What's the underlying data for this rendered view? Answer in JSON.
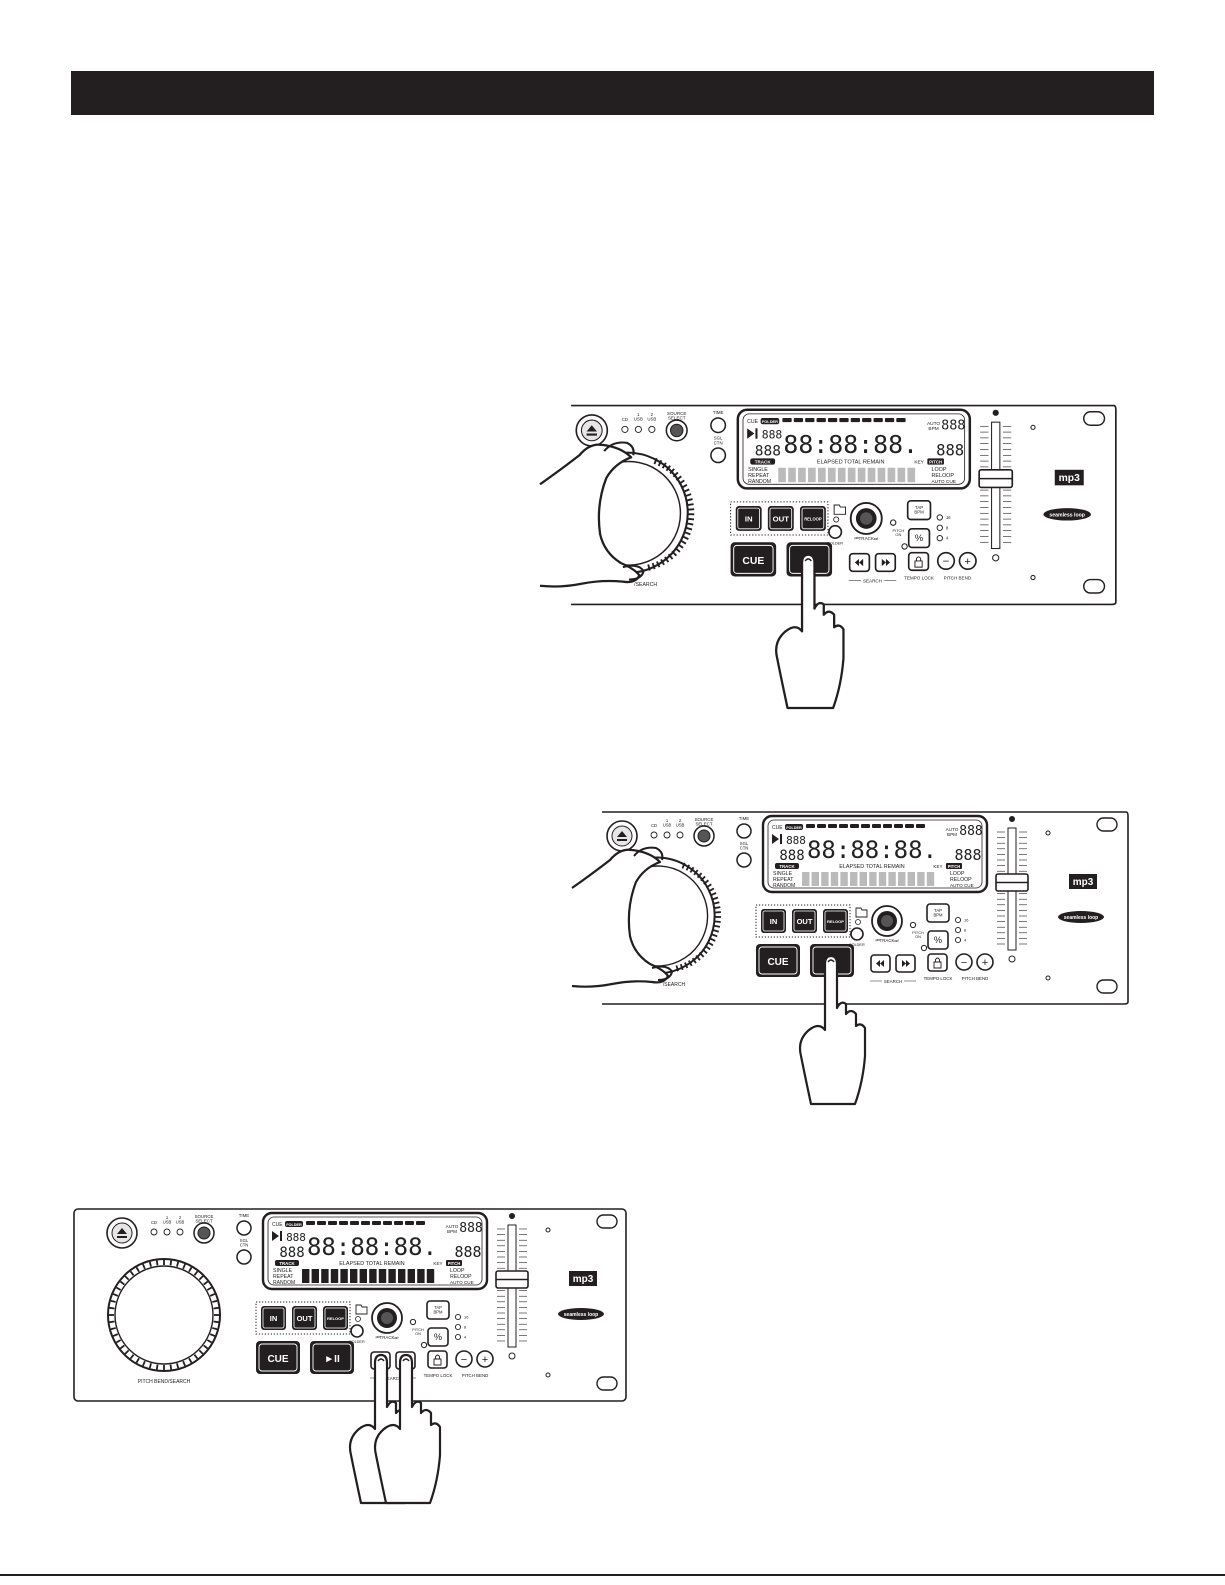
{
  "panel_labels": {
    "cd": "CD",
    "usb1": "1\nUSB",
    "usb2": "2\nUSB",
    "source_select": "SOURCE\nSELECT",
    "time": "TIME",
    "sgl_ctn": "SGL\nCTN",
    "cue_indicator": "CUE",
    "folder_indicator": "FOLDER",
    "auto_bpm": "AUTO\nBPM",
    "digits_small": "888",
    "digits_large": "88:88:88.",
    "elapsed_total_remain": "ELAPSED  TOTAL REMAIN",
    "track_tag": "TRACK",
    "single": "SINGLE",
    "repeat": "REPEAT",
    "random": "RANDOM",
    "key": "KEY",
    "pitch": "PITCH",
    "loop": "LOOP",
    "reloop": "RELOOP",
    "auto_cue": "AUTO CUE",
    "in": "IN",
    "out": "OUT",
    "reloop_btn": "RELOOP",
    "cue": "CUE",
    "play_pause": "►II",
    "folder": "FOLDER",
    "track_knob": "⏮TRACK⏭",
    "tap_bpm": "TAP\nBPM",
    "pitch_on": "PITCH\nON",
    "percent": "%",
    "range_16": "16",
    "range_8": "8",
    "range_4": "4",
    "search": "SEARCH",
    "tempo_lock": "TEMPO LOCK",
    "pitch_bend": "PITCH BEND",
    "minus": "−",
    "plus": "+",
    "mp3": "mp3",
    "seamless_loop": "seamless loop",
    "jog_label_full": "PITCH BEND/SEARCH",
    "jog_label_partial": "/SEARCH"
  },
  "figures": [
    {
      "id": "fig-1",
      "description_hand": "jog-wheel-and-play"
    },
    {
      "id": "fig-2",
      "description_hand": "jog-wheel-and-play"
    },
    {
      "id": "fig-3",
      "description_hand": "search-buttons"
    }
  ]
}
